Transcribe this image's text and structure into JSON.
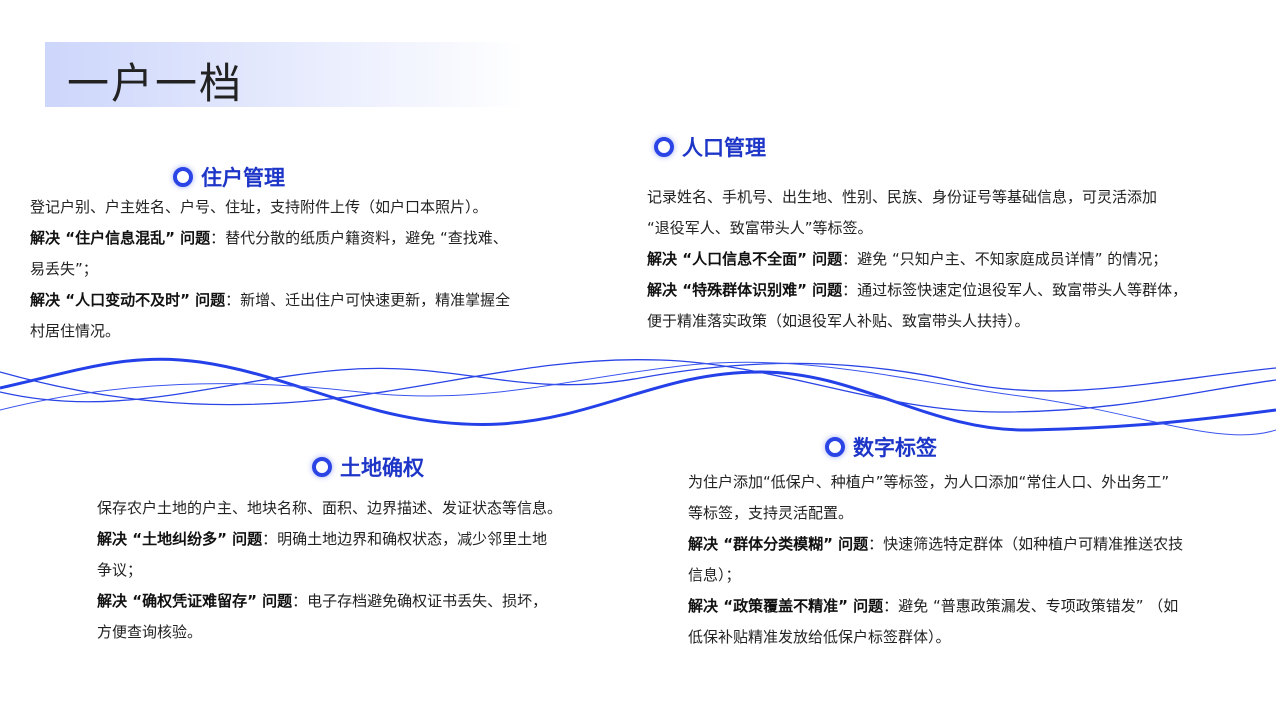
{
  "title": "一户一档",
  "sections": {
    "household": {
      "heading": "住户管理",
      "lines": [
        {
          "b": "",
          "t": "登记户别、户主姓名、户号、住址，支持附件上传（如户口本照片）。"
        },
        {
          "b": "解决 “住户信息混乱” 问题",
          "t": "：替代分散的纸质户籍资料，避免 “查找难、"
        },
        {
          "b": "",
          "t": "易丢失”；"
        },
        {
          "b": "解决 “人口变动不及时” 问题",
          "t": "：新增、迁出住户可快速更新，精准掌握全"
        },
        {
          "b": "",
          "t": "村居住情况。"
        }
      ]
    },
    "population": {
      "heading": "人口管理",
      "lines": [
        {
          "b": "",
          "t": "记录姓名、手机号、出生地、性别、民族、身份证号等基础信息，可灵活添加"
        },
        {
          "b": "",
          "t": "“退役军人、致富带头人”等标签。"
        },
        {
          "b": "解决 “人口信息不全面” 问题",
          "t": "：避免 “只知户主、不知家庭成员详情” 的情况；"
        },
        {
          "b": "解决 “特殊群体识别难” 问题",
          "t": "：通过标签快速定位退役军人、致富带头人等群体，"
        },
        {
          "b": "",
          "t": "便于精准落实政策（如退役军人补贴、致富带头人扶持）。"
        }
      ]
    },
    "land": {
      "heading": "土地确权",
      "lines": [
        {
          "b": "",
          "t": "保存农户土地的户主、地块名称、面积、边界描述、发证状态等信息。"
        },
        {
          "b": "解决 “土地纠纷多” 问题",
          "t": "：明确土地边界和确权状态，减少邻里土地"
        },
        {
          "b": "",
          "t": "争议；"
        },
        {
          "b": "解决 “确权凭证难留存” 问题",
          "t": "：电子存档避免确权证书丢失、损坏，"
        },
        {
          "b": "",
          "t": "方便查询核验。"
        }
      ]
    },
    "tags": {
      "heading": "数字标签",
      "lines": [
        {
          "b": "",
          "t": "为住户添加“低保户、种植户”等标签，为人口添加“常住人口、外出务工”"
        },
        {
          "b": "",
          "t": "等标签，支持灵活配置。"
        },
        {
          "b": "解决 “群体分类模糊” 问题",
          "t": "：快速筛选特定群体（如种植户可精准推送农技"
        },
        {
          "b": "",
          "t": "信息）；"
        },
        {
          "b": "解决 “政策覆盖不精准” 问题",
          "t": "：避免 “普惠政策漏发、专项政策错发” （如"
        },
        {
          "b": "",
          "t": "低保补贴精准发放给低保户标签群体）。"
        }
      ]
    }
  },
  "colors": {
    "accent": "#2a44e6",
    "heading": "#1e36c8"
  }
}
